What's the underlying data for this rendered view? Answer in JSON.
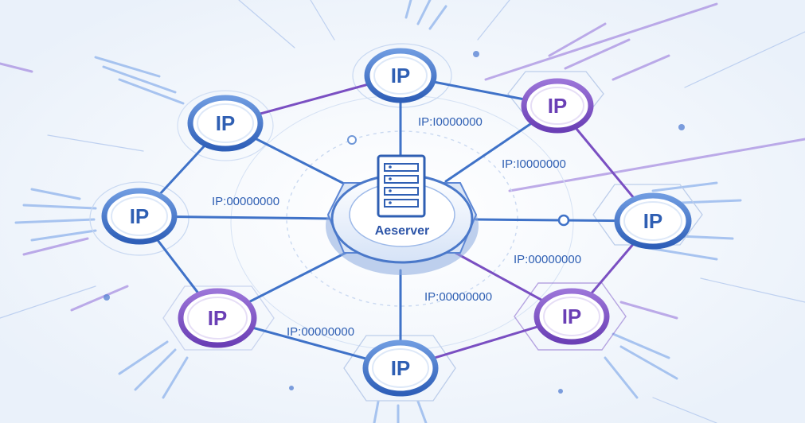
{
  "server": {
    "label": "Aeserver",
    "icon": "server-rack-icon"
  },
  "nodes": [
    {
      "id": "n-top",
      "label": "IP",
      "tone": "blue"
    },
    {
      "id": "n-upper-left",
      "label": "IP",
      "tone": "blue"
    },
    {
      "id": "n-upper-right",
      "label": "IP",
      "tone": "purple"
    },
    {
      "id": "n-left",
      "label": "IP",
      "tone": "blue"
    },
    {
      "id": "n-right",
      "label": "IP",
      "tone": "blue"
    },
    {
      "id": "n-lower-left",
      "label": "IP",
      "tone": "purple"
    },
    {
      "id": "n-lower-right",
      "label": "IP",
      "tone": "purple"
    },
    {
      "id": "n-bottom",
      "label": "IP",
      "tone": "blue"
    }
  ],
  "edge_labels": [
    "IP:I0000000",
    "IP:I0000000",
    "IP:00000000",
    "IP:00000000",
    "IP:00000000",
    "IP:00000000"
  ],
  "colors": {
    "blue": "#3f72c8",
    "blue_light": "#dde8f8",
    "purple": "#7a4fc2",
    "purple_light": "#e6def6",
    "background": "#f2f6fb"
  }
}
